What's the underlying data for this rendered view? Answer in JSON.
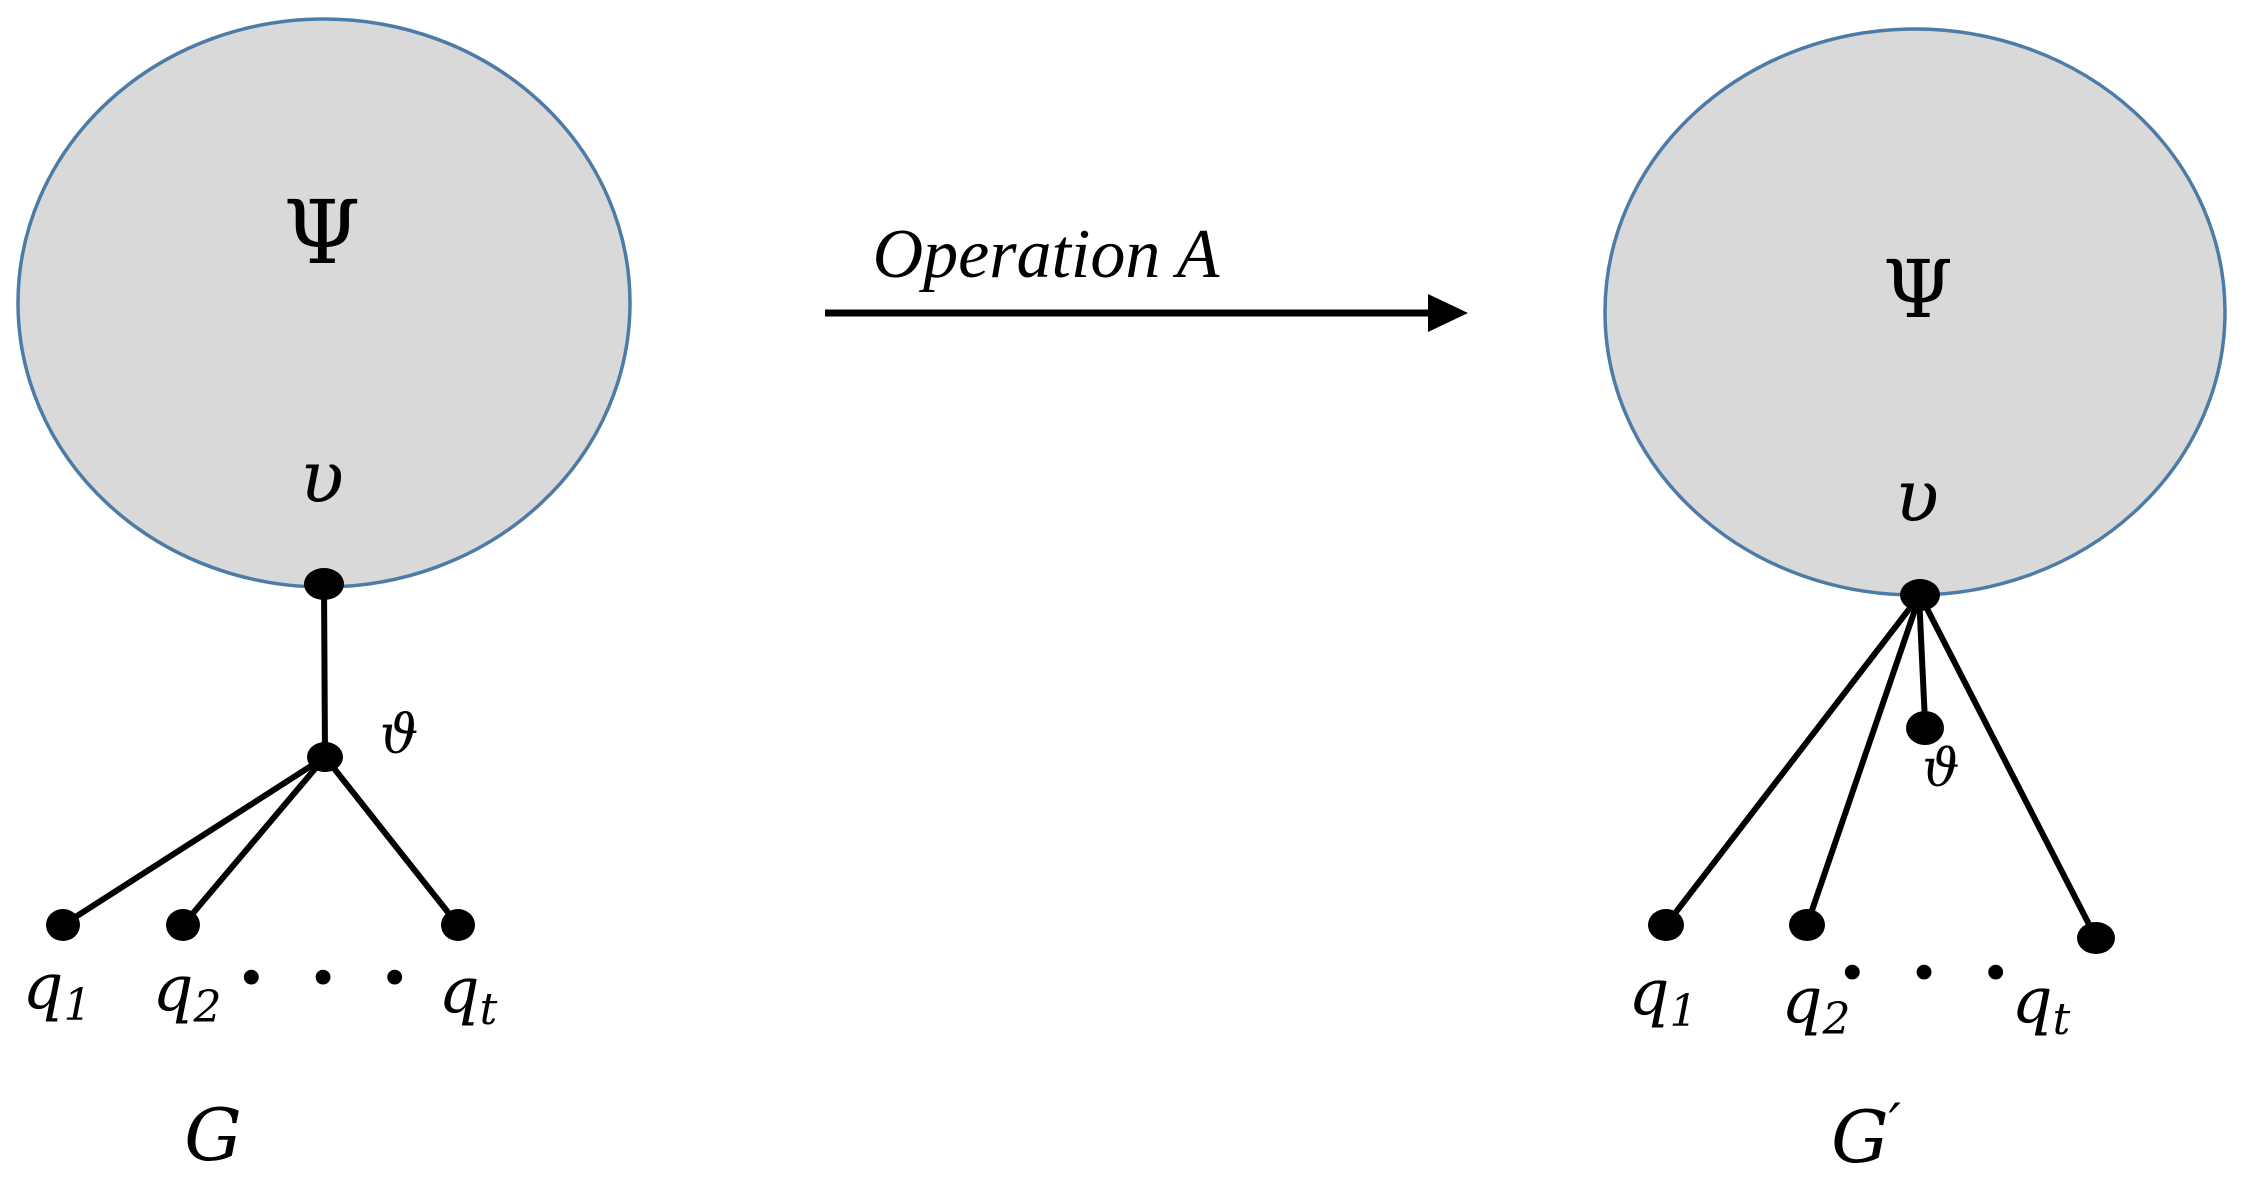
{
  "figure": {
    "colors": {
      "region_fill": "#d9d9d9",
      "region_stroke": "#4d7ba7",
      "ink": "#000000",
      "background": "#ffffff"
    },
    "left": {
      "region_label": "Ψ",
      "vertex_v": "υ",
      "vertex_theta": "ϑ",
      "leaf_1": {
        "base": "q",
        "sub": "1"
      },
      "leaf_2": {
        "base": "q",
        "sub": "2"
      },
      "leaf_t": {
        "base": "q",
        "sub": "t"
      },
      "ellipsis": "· · ·",
      "caption": "G"
    },
    "operation": {
      "label": "Operation A"
    },
    "right": {
      "region_label": "Ψ",
      "vertex_v": "υ",
      "vertex_theta": "ϑ",
      "leaf_1": {
        "base": "q",
        "sub": "1"
      },
      "leaf_2": {
        "base": "q",
        "sub": "2"
      },
      "leaf_t": {
        "base": "q",
        "sub": "t"
      },
      "ellipsis": "· · ·",
      "caption": {
        "base": "G",
        "prime": "′"
      }
    }
  }
}
